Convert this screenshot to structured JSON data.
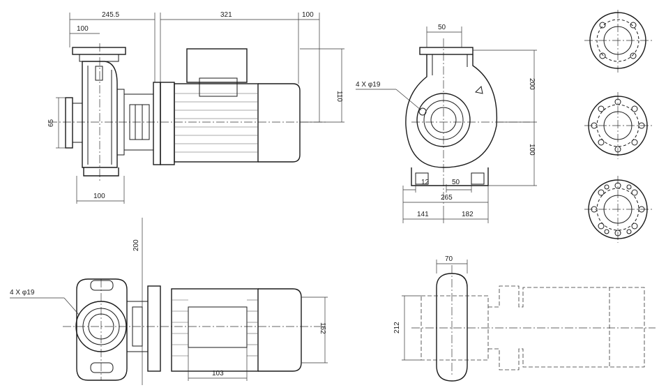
{
  "dimensions": {
    "side_total_pump": "245.5",
    "side_motor_length": "321",
    "side_motor_end": "100",
    "side_top_flange": "100",
    "side_outlet_dn": "65",
    "side_motor_height": "110",
    "side_base_width": "100",
    "end_top_width": "50",
    "end_hole_note": "4 X φ19",
    "end_height_upper": "200",
    "end_height_lower": "100",
    "end_left_small": "12",
    "end_foot": "50",
    "end_total_width": "265",
    "end_left_width": "141",
    "end_right_width": "182",
    "top_overall_height": "200",
    "top_hole_note": "4 X φ19",
    "top_motor_width": "162",
    "top_motor_box": "103",
    "plan_width": "70",
    "plan_height": "212"
  }
}
